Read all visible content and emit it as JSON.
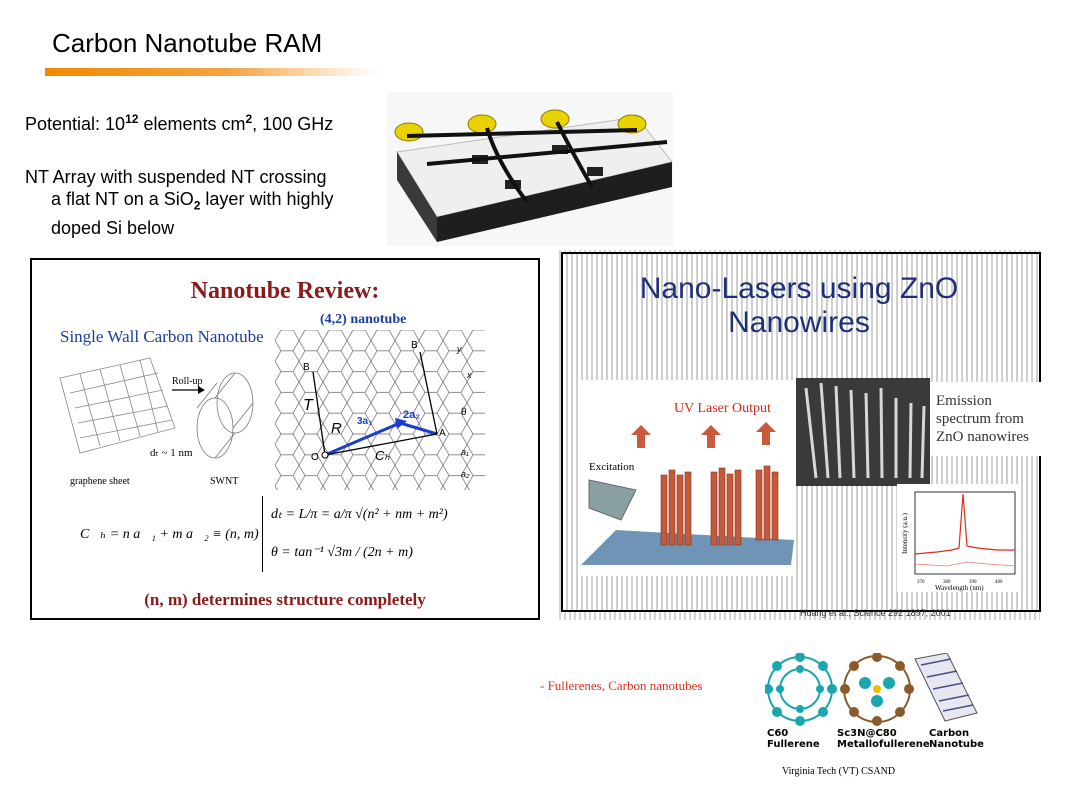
{
  "slide": {
    "title": "Carbon Nanotube RAM",
    "potential_prefix": "Potential: 10",
    "potential_exp": "12",
    "potential_mid": " elements cm",
    "potential_sq": "2",
    "potential_suffix": ", 100 GHz",
    "nt_desc_line1": "NT Array with suspended NT crossing",
    "nt_desc_line2a": "a flat NT on a SiO",
    "nt_desc_sub": "2",
    "nt_desc_line2b": " layer with highly",
    "nt_desc_line3": "doped Si below"
  },
  "review": {
    "title": "Nanotube Review:",
    "single_wall_label": "Single Wall Carbon Nanotube",
    "nanotube_42_label": "(4,2) nanotube",
    "rollup_label": "Roll-up",
    "diameter_label": "dₜ ~ 1 nm",
    "graphene_label": "graphene sheet",
    "swnt_label": "SWNT",
    "lattice_labels": {
      "B1": "B",
      "B2": "B",
      "T": "T",
      "R": "R",
      "Ch": "Cₕ",
      "O": "O",
      "A": "A",
      "theta": "θ",
      "a1": "a₁",
      "a2": "a₂",
      "x": "x",
      "y": "y",
      "v3a1": "3a₁",
      "v2a2": "2a₂"
    },
    "eq_chiral": "C⃗ₕ = n a⃗₁ + m a⃗₂ ≡ (n, m)",
    "eq_diameter": "dₜ = L/π = a/π √(n² + nm + m²)",
    "eq_theta": "θ = tan⁻¹ √3m / (2n + m)",
    "footer": "(n, m) determines structure completely"
  },
  "laser": {
    "title_line1": "Nano-Lasers using ZnO",
    "title_line2": "Nanowires",
    "uv_output": "UV Laser Output",
    "excitation": "Excitation",
    "emission_text": "Emission spectrum from ZnO nanowires",
    "y_axis": "Intensity (a.u.)",
    "x_axis": "Wavelength (nm)",
    "x_ticks": [
      "370",
      "380",
      "390",
      "400"
    ],
    "citation": "Huang et al., Science 292 1897, 2001"
  },
  "bottom": {
    "fullerene_note": "- Fullerenes, Carbon nanotubes",
    "c60_line1": "C60",
    "c60_line2": "Fullerene",
    "sc3n_line1": "Sc3N@C80",
    "sc3n_line2": "Metallofullerene",
    "cnt_line1": "Carbon",
    "cnt_line2": "Nanotube",
    "credit": "Virginia Tech (VT) CSAND"
  },
  "colors": {
    "accent_orange": "#f08a00",
    "review_red": "#8b1a1a",
    "review_blue": "#1c3d9b",
    "laser_title": "#1e2f7a",
    "uv_red": "#d12a1a",
    "note_red": "#e03020"
  }
}
